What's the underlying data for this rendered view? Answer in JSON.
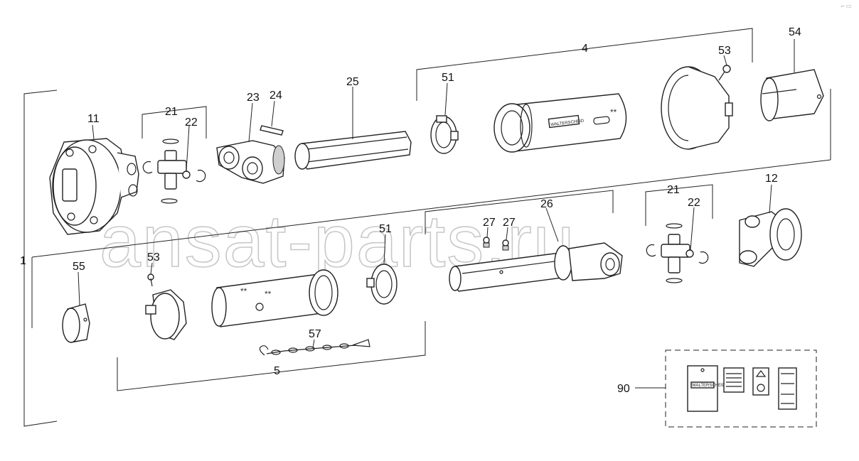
{
  "watermark": "ansat-parts.ru",
  "brand_text": "WALTERSCHEID",
  "marks": "**",
  "corner_mark": "⌐ ▭",
  "callouts": {
    "c1": "1",
    "c4": "4",
    "c5": "5",
    "c11": "11",
    "c12": "12",
    "c21a": "21",
    "c21b": "21",
    "c22a": "22",
    "c22b": "22",
    "c23": "23",
    "c24": "24",
    "c25": "25",
    "c26": "26",
    "c27a": "27",
    "c27b": "27",
    "c51a": "51",
    "c51b": "51",
    "c53a": "53",
    "c53b": "53",
    "c54": "54",
    "c55": "55",
    "c57": "57",
    "c90": "90"
  }
}
